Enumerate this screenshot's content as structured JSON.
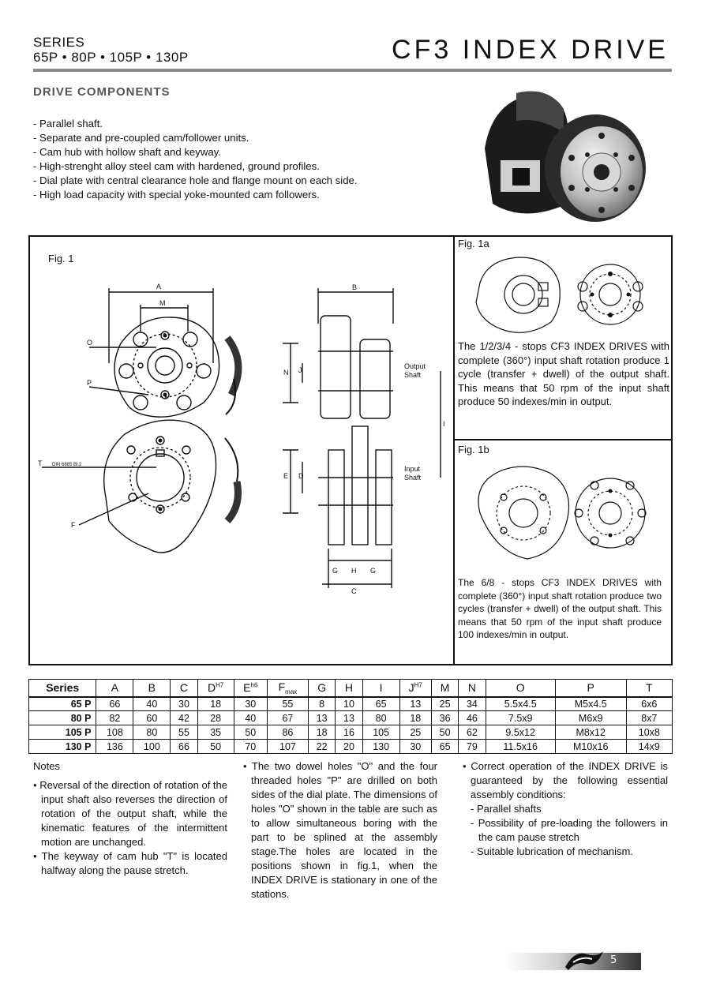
{
  "header": {
    "series_label": "SERIES",
    "series_models": "65P • 80P • 105P • 130P",
    "title": "CF3 INDEX DRIVE"
  },
  "components": {
    "title": "DRIVE COMPONENTS",
    "items": [
      "- Parallel shaft.",
      "- Separate and pre-coupled cam/follower units.",
      "- Cam hub with hollow shaft and keyway.",
      "- High-strenght alloy steel cam with hardened, ground profiles.",
      "- Dial plate with central clearance hole and flange mount on each side.",
      "- High load capacity with special yoke-mounted cam followers."
    ]
  },
  "figures": {
    "fig1_label": "Fig. 1",
    "fig1a_label": "Fig. 1a",
    "fig1b_label": "Fig. 1b",
    "fig1a_text": "The 1/2/3/4 - stops CF3 INDEX DRIVES with complete (360°) input shaft rotation produce 1 cycle (transfer + dwell) of the output shaft. This means that 50 rpm of the input shaft produce 50 indexes/min in output.",
    "fig1b_text": "The 6/8 - stops CF3 INDEX DRIVES with complete (360°) input shaft rotation produce two cycles (transfer + dwell) of the output shaft. This means that 50 rpm of the input shaft produce 100 indexes/min in output.",
    "dims": {
      "A": "A",
      "M": "M",
      "O": "O",
      "P": "P",
      "T": "T",
      "F": "F",
      "din": "DIN 6885 Bl.2",
      "B": "B",
      "N": "N",
      "J": "J",
      "I": "I",
      "E": "E",
      "D": "D",
      "G": "G",
      "H": "H",
      "C": "C",
      "output_shaft_1": "Output",
      "output_shaft_2": "Shaft",
      "input_shaft_1": "Input",
      "input_shaft_2": "Shaft"
    }
  },
  "table": {
    "headers": [
      "Series",
      "A",
      "B",
      "C",
      "D",
      "E",
      "F",
      "G",
      "H",
      "I",
      "J",
      "M",
      "N",
      "O",
      "P",
      "T"
    ],
    "header_sup": {
      "D": "H7",
      "E": "h6",
      "J": "H7"
    },
    "header_sub": {
      "F": "max"
    },
    "rows": [
      [
        "65 P",
        "66",
        "40",
        "30",
        "18",
        "30",
        "55",
        "8",
        "10",
        "65",
        "13",
        "25",
        "34",
        "5.5x4.5",
        "M5x4.5",
        "6x6"
      ],
      [
        "80 P",
        "82",
        "60",
        "42",
        "28",
        "40",
        "67",
        "13",
        "13",
        "80",
        "18",
        "36",
        "46",
        "7.5x9",
        "M6x9",
        "8x7"
      ],
      [
        "105 P",
        "108",
        "80",
        "55",
        "35",
        "50",
        "86",
        "18",
        "16",
        "105",
        "25",
        "50",
        "62",
        "9.5x12",
        "M8x12",
        "10x8"
      ],
      [
        "130 P",
        "136",
        "100",
        "66",
        "50",
        "70",
        "107",
        "22",
        "20",
        "130",
        "30",
        "65",
        "79",
        "11.5x16",
        "M10x16",
        "14x9"
      ]
    ]
  },
  "notes": {
    "title": "Notes",
    "col1": [
      "Reversal of the direction of rotation of the input shaft also reverses the direction of rotation of the output shaft, while the kinematic features of the intermittent motion are unchanged.",
      "The keyway of cam hub \"T\" is located halfway along the pause stretch."
    ],
    "col2": [
      "The two dowel holes \"O\" and the four threaded holes \"P\" are drilled on both sides of the dial plate. The dimensions of holes \"O\" shown in the table are such as to allow simultaneous boring with the part to be splined at the assembly stage.The holes are located in the positions shown in fig.1, when the INDEX DRIVE is stationary in one of the stations."
    ],
    "col3_intro": "Correct operation of the INDEX DRIVE is guaranteed by the following essential assembly conditions:",
    "col3_items": [
      "- Parallel shafts",
      "- Possibility of pre-loading the followers in the cam pause stretch",
      "- Suitable lubrication of mechanism."
    ]
  },
  "footer": {
    "page_number": "5"
  }
}
